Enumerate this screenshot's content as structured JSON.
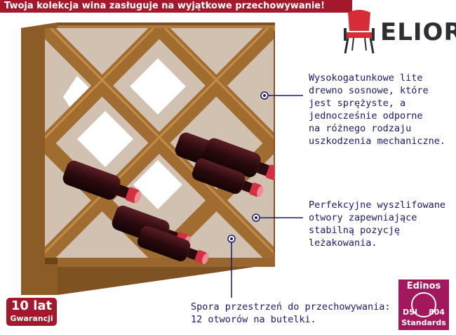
{
  "banner": {
    "text": "Twoja kolekcja wina zasługuje na wyjątkowe przechowywanie!"
  },
  "brand": {
    "name": "ELIOR",
    "icon": "chair-icon",
    "color": "#d42d38"
  },
  "callouts": {
    "wood": [
      "Wysokogatunkowe lite",
      "drewno sosnowe, które",
      "jest sprężyste, a",
      "jednocześnie odporne",
      "na różnego rodzaju",
      "uszkodzenia mechaniczne."
    ],
    "holes": [
      "Perfekcyjne wyszlifowane",
      "otwory zapewniające",
      "stabilną pozycję",
      "leżakowania."
    ],
    "capacity": [
      "Spora przestrzeń do przechowywania:",
      "12 otworów na butelki."
    ]
  },
  "warranty": {
    "line1": "10 lat",
    "line2": "Gwarancji"
  },
  "certification": {
    "name": "Edinos",
    "code_left": "DSI",
    "code_right": "804",
    "label": "Standards"
  },
  "colors": {
    "accent": "#a3182a",
    "badge": "#a3185c",
    "text": "#1a1a6e",
    "wood": "#9b6a2e"
  }
}
